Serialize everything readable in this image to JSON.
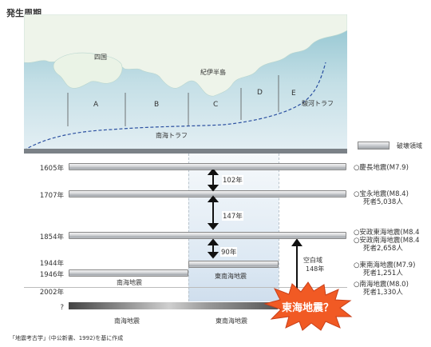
{
  "title": "発生周期",
  "map": {
    "shikoku": "四国",
    "kii": "紀伊半島",
    "segments": [
      "A",
      "B",
      "C",
      "D",
      "E"
    ],
    "nankai_trough": "南海トラフ",
    "suruga_trough": "駿河トラフ"
  },
  "years": [
    "1605年",
    "1707年",
    "1854年",
    "1944年",
    "1946年",
    "2002年",
    "?"
  ],
  "intervals": [
    "102年",
    "147年",
    "90年"
  ],
  "vacancy": {
    "label": "空白域",
    "years": "148年"
  },
  "bar_labels": {
    "nankai_1946": "南海地震",
    "tonankai_1944": "東南海地震",
    "nankai_future": "南海地震",
    "tonankai_future": "東南海地震"
  },
  "tokai": "東海地震？",
  "legend": "破壊領域",
  "quakes": [
    {
      "name": "○慶長地震(M7.9)",
      "deaths": ""
    },
    {
      "name": "○宝永地震(M8.4)",
      "deaths": "死者5,038人"
    },
    {
      "name": "○安政東海地震(M8.4",
      "deaths": ""
    },
    {
      "name": "○安政南海地震(M8.4",
      "deaths": "死者2,658人"
    },
    {
      "name": "○東南海地震(M7.9)",
      "deaths": "死者1,251人"
    },
    {
      "name": "○南海地震(M8.0)",
      "deaths": "死者1,330人"
    }
  ],
  "source": "「地震考古学」(中公新書、1992)を基に作成",
  "colors": {
    "sea": "#c9e2ec",
    "land": "#eef5ec",
    "trough": "#2a4fa0",
    "burst": "#f15a24"
  }
}
